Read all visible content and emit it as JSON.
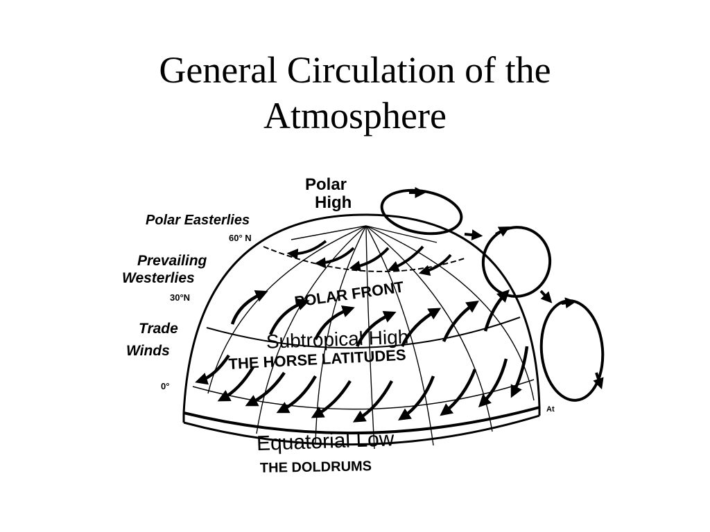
{
  "slide": {
    "title_line1": "General Circulation of the",
    "title_line2": "Atmosphere"
  },
  "diagram": {
    "polar_high_line1": "Polar",
    "polar_high_line2": "High",
    "polar_easterlies": "Polar Easterlies",
    "lat_60": "60° N",
    "prevailing_westerlies_line1": "Prevailing",
    "prevailing_westerlies_line2": "Westerlies",
    "lat_30": "30°N",
    "trade_winds_line1": "Trade",
    "trade_winds_line2": "Winds",
    "lat_0": "0°",
    "polar_front": "POLAR FRONT",
    "subtropical_high": "Subtropical High",
    "horse_latitudes": "THE HORSE LATITUDES",
    "equatorial_low": "Equatorial Low",
    "doldrums": "THE DOLDRUMS",
    "right_mark": "At"
  },
  "colors": {
    "ink": "#000000",
    "background": "#ffffff"
  }
}
